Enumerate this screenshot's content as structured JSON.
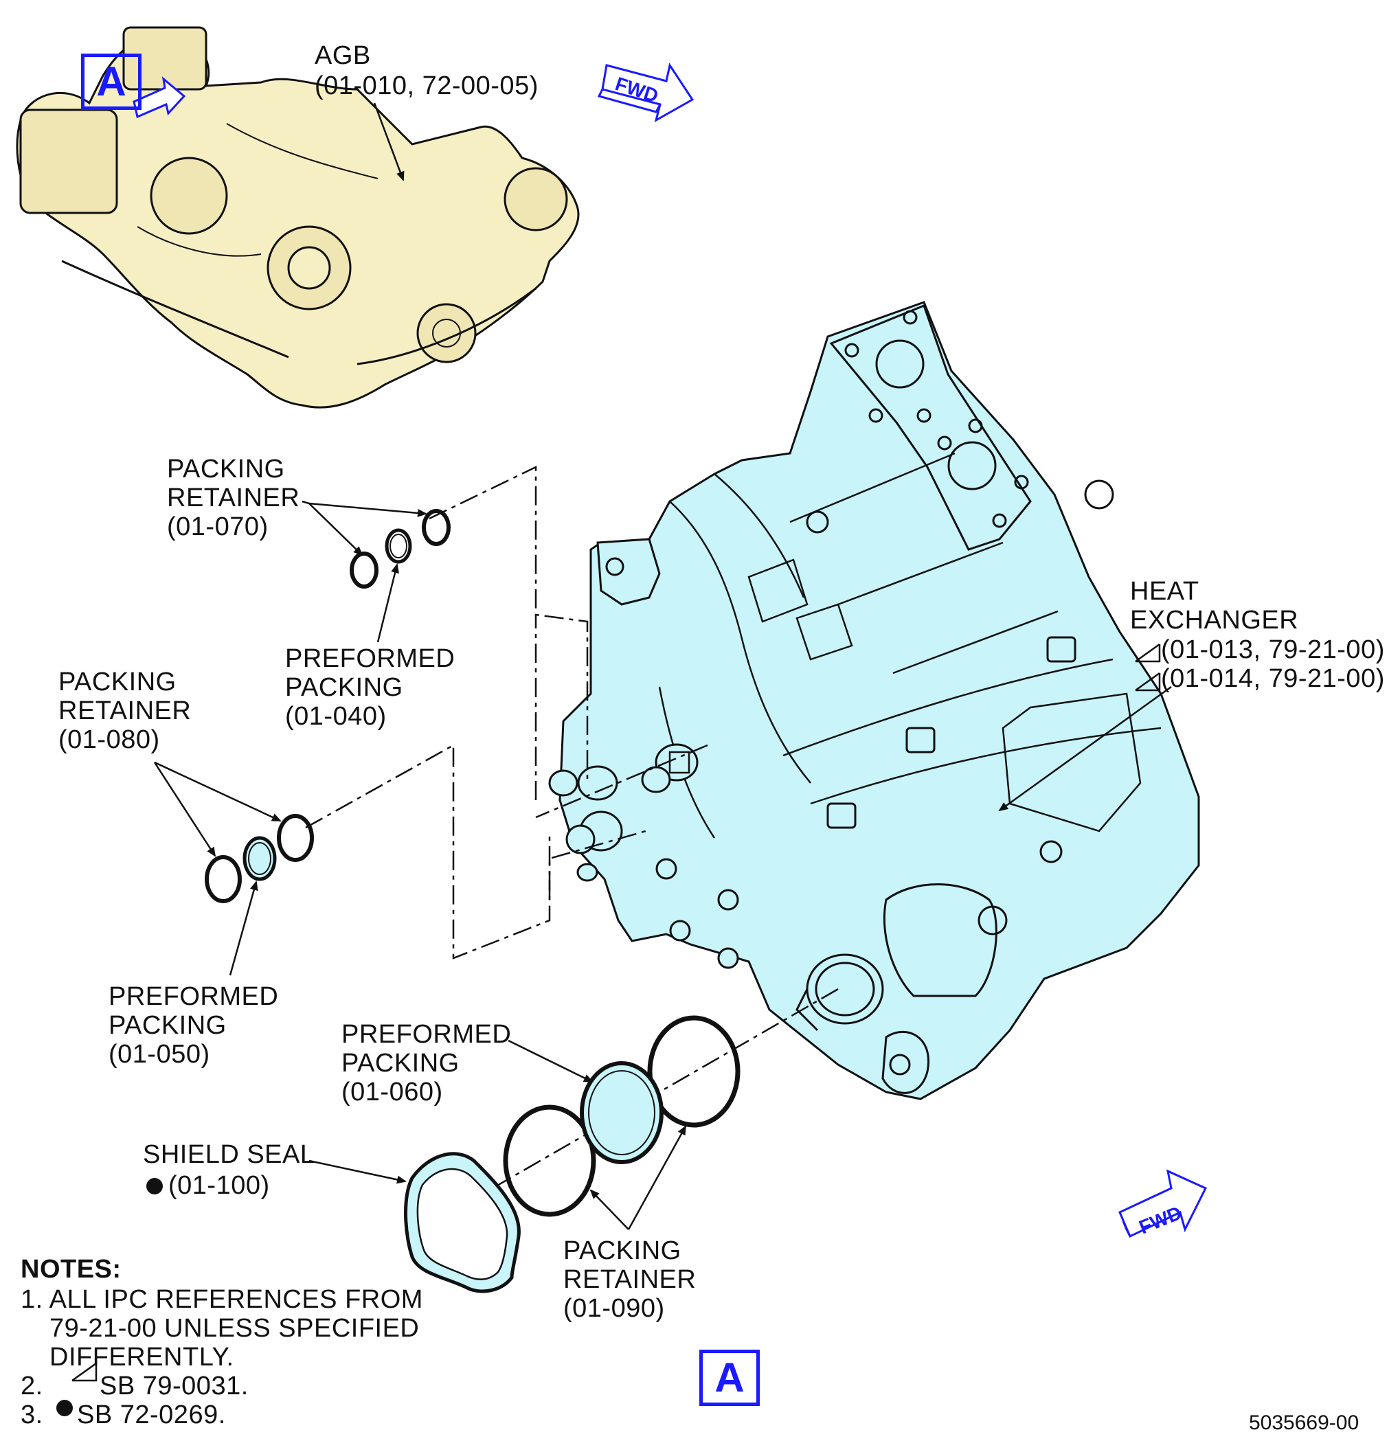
{
  "labels": {
    "agb_name": "AGB",
    "agb_ref": "(01-010, 72-00-05)",
    "pr070_l1": "PACKING",
    "pr070_l2": "RETAINER",
    "pr070_ref": "(01-070)",
    "pp040_l1": "PREFORMED",
    "pp040_l2": "PACKING",
    "pp040_ref": "(01-040)",
    "pr080_l1": "PACKING",
    "pr080_l2": "RETAINER",
    "pr080_ref": "(01-080)",
    "pp050_l1": "PREFORMED",
    "pp050_l2": "PACKING",
    "pp050_ref": "(01-050)",
    "pp060_l1": "PREFORMED",
    "pp060_l2": "PACKING",
    "pp060_ref": "(01-060)",
    "shield_l1": "SHIELD SEAL",
    "shield_ref": "(01-100)",
    "pr090_l1": "PACKING",
    "pr090_l2": "RETAINER",
    "pr090_ref": "(01-090)",
    "hx_l1": "HEAT",
    "hx_l2": "EXCHANGER",
    "hx_ref1": "(01-013, 79-21-00)",
    "hx_ref2": "(01-014, 79-21-00)",
    "fwd_1": "FWD",
    "fwd_2": "FWD"
  },
  "view_labels": {
    "top": "A",
    "bottom": "A"
  },
  "notes": {
    "title": "NOTES:",
    "n1_l1": "1. ALL IPC REFERENCES FROM",
    "n1_l2": "79-21-00 UNLESS SPECIFIED",
    "n1_l3": "DIFFERENTLY.",
    "n2_num": "2.",
    "n2_text": "SB 79-0031.",
    "n3_num": "3.",
    "n3_text": "SB 72-0269."
  },
  "figure_number": "5035669-00",
  "colors": {
    "heat_exchanger_fill": "#c8f4fa",
    "engine_fill": "#f6efc4",
    "callout_blue": "#1a1aff",
    "line": "#111111"
  },
  "icons": {
    "revision_marker": "triangle-flag-icon",
    "sb_marker": "filled-circle-icon",
    "direction": "fwd-arrow-icon"
  }
}
